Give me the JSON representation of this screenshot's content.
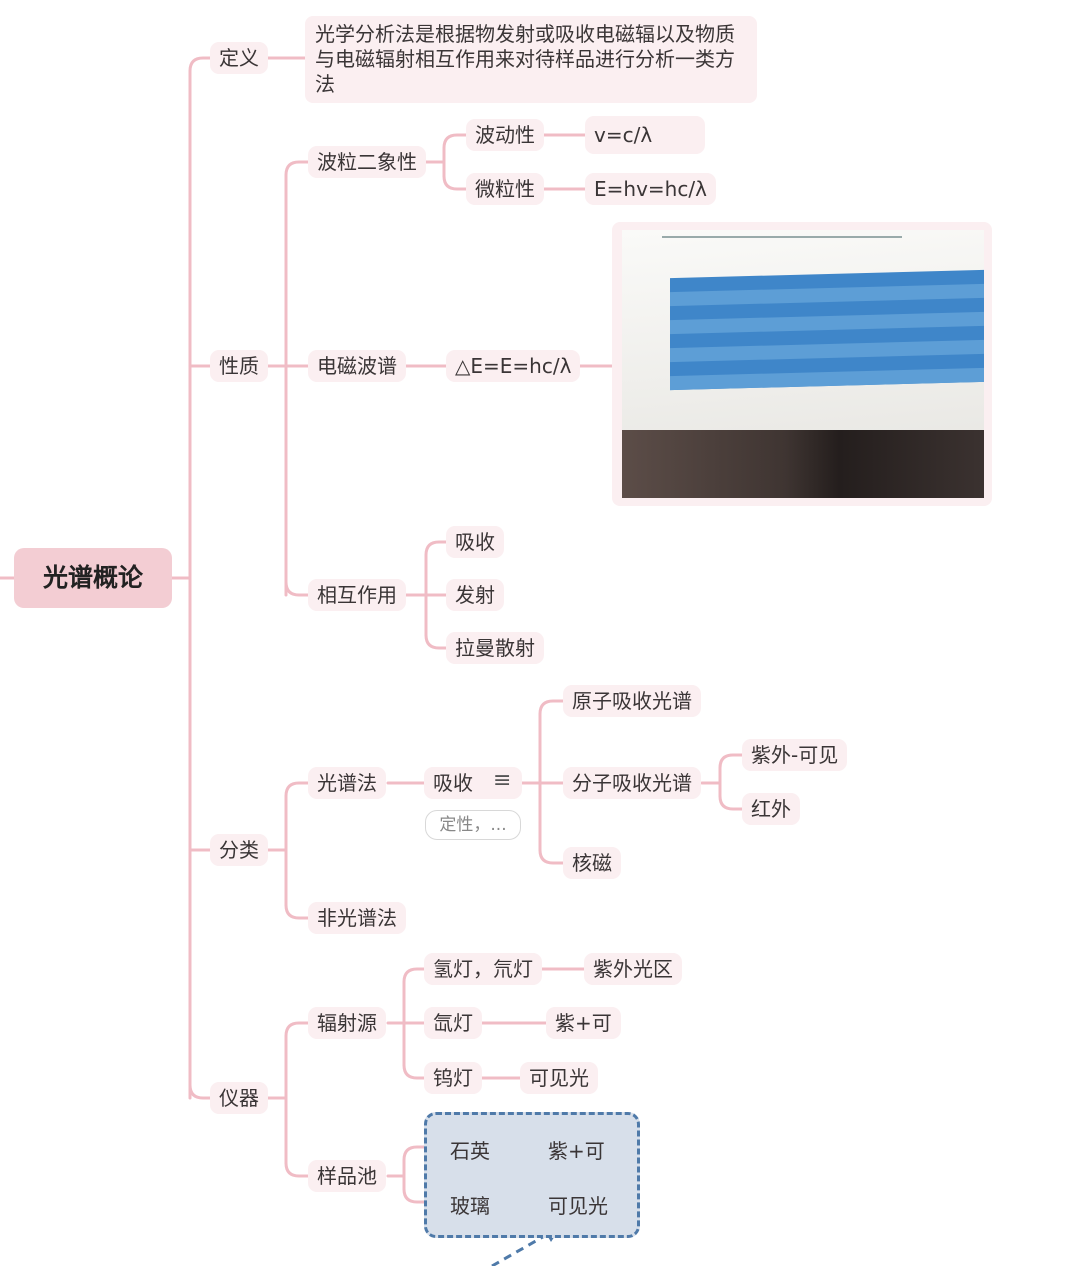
{
  "root": "光谱概论",
  "definition": {
    "label": "定义",
    "text": "光学分析法是根据物发射或吸收电磁辐以及物质与电磁辐射相互作用来对待样品进行分析一类方法"
  },
  "properties": {
    "label": "性质",
    "wave_particle": {
      "label": "波粒二象性",
      "wave": {
        "label": "波动性",
        "formula": "v=c/λ"
      },
      "particle": {
        "label": "微粒性",
        "formula": "E=hv=hc/λ"
      }
    },
    "em_spectrum": {
      "label": "电磁波谱",
      "formula": "△E=E=hc/λ"
    },
    "interaction": {
      "label": "相互作用",
      "items": [
        "吸收",
        "发射",
        "拉曼散射"
      ]
    }
  },
  "classification": {
    "label": "分类",
    "spectroscopic": {
      "label": "光谱法",
      "absorption": {
        "label": "吸收",
        "summary": "定性，...",
        "atomic": "原子吸收光谱",
        "molecular": {
          "label": "分子吸收光谱",
          "items": [
            "紫外-可见",
            "红外"
          ]
        },
        "nmr": "核磁"
      }
    },
    "non_spectroscopic": "非光谱法"
  },
  "instrument": {
    "label": "仪器",
    "source": {
      "label": "辐射源",
      "items": [
        {
          "label": "氢灯，氘灯",
          "region": "紫外光区"
        },
        {
          "label": "氙灯",
          "region": "紫+可"
        },
        {
          "label": "钨灯",
          "region": "可见光"
        }
      ]
    },
    "cell": {
      "label": "样品池",
      "items": [
        {
          "label": "石英",
          "region": "紫+可"
        },
        {
          "label": "玻璃",
          "region": "可见光"
        }
      ]
    }
  },
  "colors": {
    "node": "#fbeff1",
    "root": "#f3cdd3",
    "line": "#f0bcc5",
    "boundary": "#4f7aa9"
  }
}
